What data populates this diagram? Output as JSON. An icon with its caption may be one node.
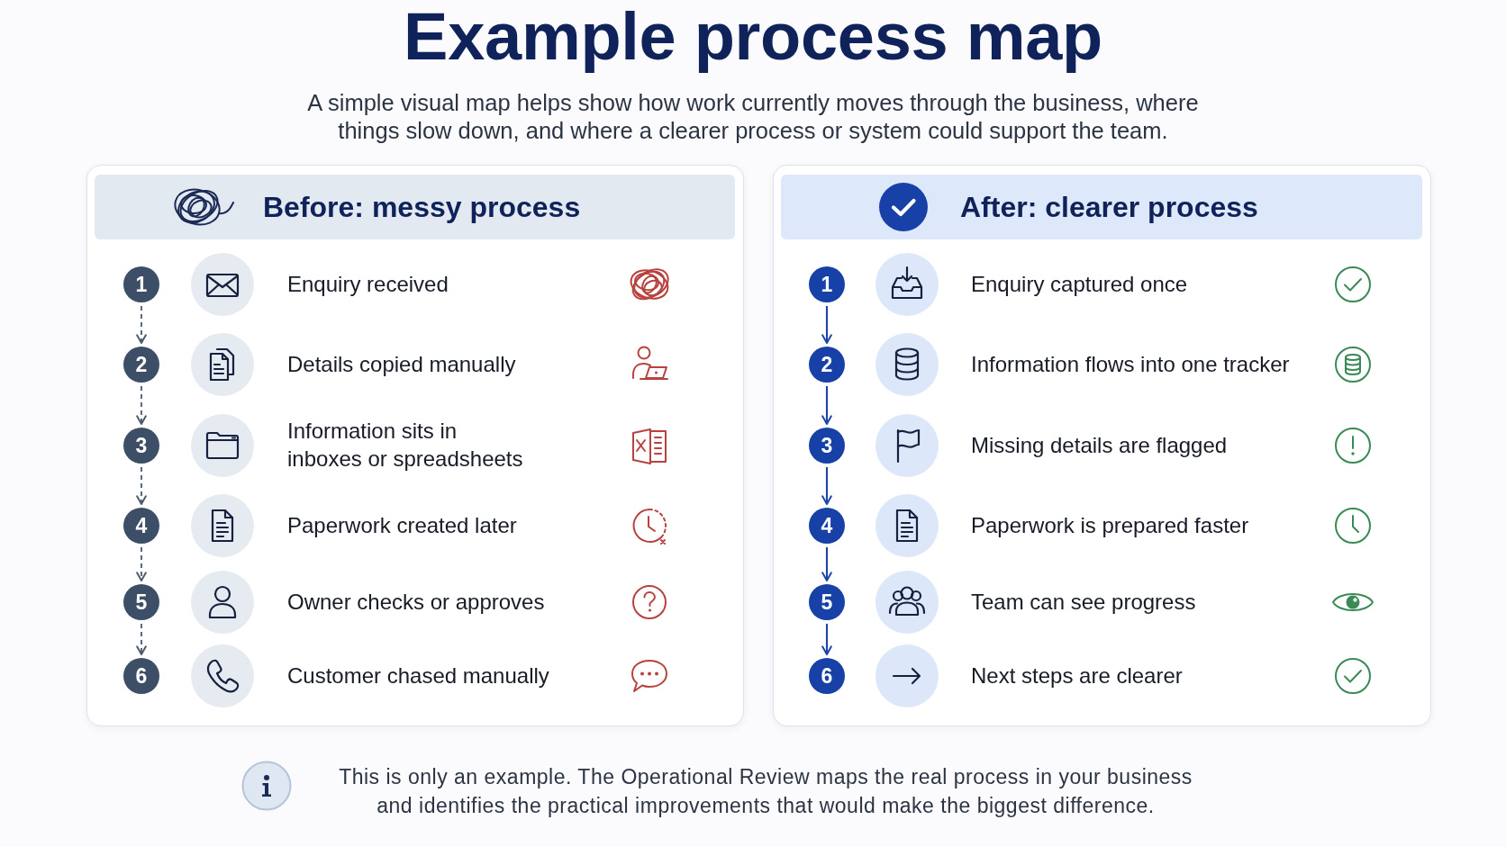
{
  "diagram": {
    "title": "Example process map",
    "nodes": [
      {
        "text": [
          "Before: messy process"
        ]
      },
      {
        "text": [
          "1"
        ],
        "in": 0
      },
      {
        "text": [
          "2"
        ],
        "in": 0
      },
      {
        "text": [
          "3"
        ],
        "in": 0
      },
      {
        "text": [
          "4"
        ],
        "in": 0
      },
      {
        "text": [
          "5"
        ],
        "in": 0
      },
      {
        "text": [
          "6"
        ],
        "in": 0
      },
      {
        "text": [
          "After: clearer process"
        ]
      },
      {
        "text": [
          "1"
        ],
        "in": 7
      },
      {
        "text": [
          "2"
        ],
        "in": 7
      },
      {
        "text": [
          "3"
        ],
        "in": 7
      },
      {
        "text": [
          "4"
        ],
        "in": 7
      },
      {
        "text": [
          "5"
        ],
        "in": 7
      },
      {
        "text": [
          "6"
        ],
        "in": 7
      }
    ],
    "edges": [
      {
        "from": 1,
        "to": 2,
        "arrow": "to",
        "style": "dashed",
        "color": "#4b5a6e"
      },
      {
        "from": 2,
        "to": 3,
        "arrow": "to",
        "style": "dashed",
        "color": "#4b5a6e"
      },
      {
        "from": 3,
        "to": 4,
        "arrow": "to",
        "style": "dashed",
        "color": "#4b5a6e"
      },
      {
        "from": 4,
        "to": 5,
        "arrow": "to",
        "style": "dashed",
        "color": "#4b5a6e"
      },
      {
        "from": 5,
        "to": 6,
        "arrow": "to",
        "style": "dashed",
        "color": "#4b5a6e"
      },
      {
        "from": 8,
        "to": 9,
        "arrow": "to",
        "color": "#1b45a8"
      },
      {
        "from": 9,
        "to": 10,
        "arrow": "to",
        "color": "#1b45a8"
      },
      {
        "from": 10,
        "to": 11,
        "arrow": "to",
        "color": "#1b45a8"
      },
      {
        "from": 11,
        "to": 12,
        "arrow": "to",
        "color": "#1b45a8"
      },
      {
        "from": 12,
        "to": 13,
        "arrow": "to",
        "color": "#1b45a8"
      }
    ],
    "labels": [
      "A simple visual map helps show how work currently moves through the business, where things slow down, and where a clearer process or system could support the team.",
      "Enquiry received",
      "Details copied manually",
      "Information sits in inboxes or spreadsheets",
      "Paperwork created later",
      "Owner checks or approves",
      "Customer chased manually",
      "Enquiry captured once",
      "Information flows into one tracker",
      "Missing details are flagged",
      "Paperwork is prepared faster",
      "Team can see progress",
      "Next steps are clearer",
      "This is only an example. The Operational Review maps the real process in your business and identifies the practical improvements that would make the biggest difference."
    ]
  }
}
